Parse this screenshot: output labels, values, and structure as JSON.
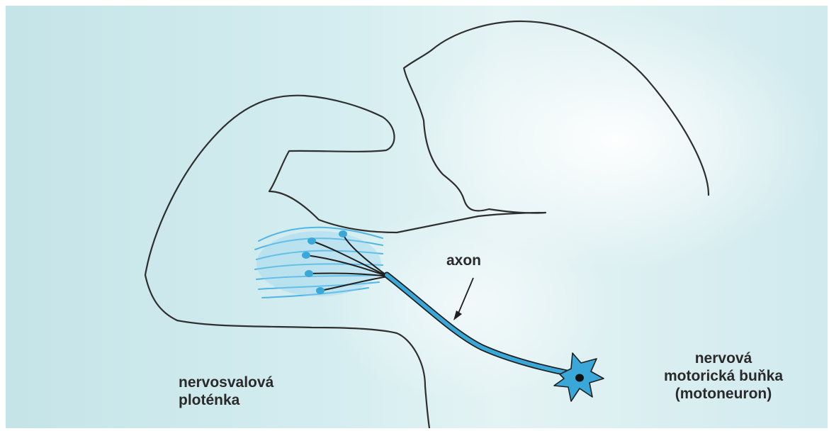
{
  "labels": {
    "axon": "axon",
    "neuromuscular_junction": [
      "nervosvalová",
      "ploténka"
    ],
    "motor_neuron": [
      "nervová",
      "motorická buňka",
      "(motoneuron)"
    ]
  },
  "colors": {
    "background": "#cfe9ec",
    "outline": "#2f2f2f",
    "nerve_blue": "#3aa7d9",
    "muscle_blue": "#8fd0ee",
    "nucleus": "#111111"
  }
}
